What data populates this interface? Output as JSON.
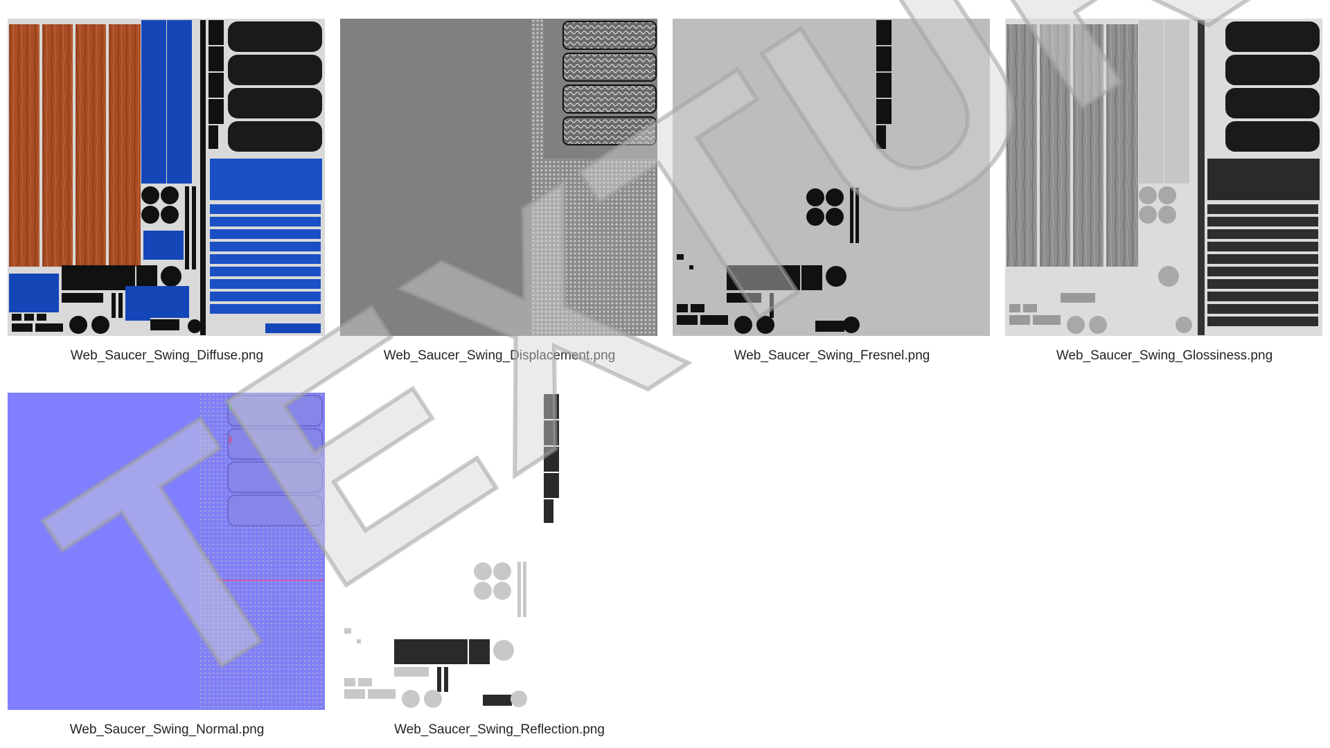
{
  "textures": [
    {
      "name": "Web_Saucer_Swing_Diffuse.png"
    },
    {
      "name": "Web_Saucer_Swing_Displacement.png"
    },
    {
      "name": "Web_Saucer_Swing_Fresnel.png"
    },
    {
      "name": "Web_Saucer_Swing_Glossiness.png"
    },
    {
      "name": "Web_Saucer_Swing_Normal.png"
    },
    {
      "name": "Web_Saucer_Swing_Reflection.png"
    }
  ],
  "watermark": {
    "text": "TEXTURES"
  },
  "colors": {
    "wood": "#a84d25",
    "blue": "#1446b8",
    "diffuse_bg": "#d9d9d9",
    "displacement_bg": "#808080",
    "fresnel_bg": "#bdbdbd",
    "glossiness_bg": "#dcdcdc",
    "normal_bg": "#8080ff",
    "dark": "#1a1a1a"
  }
}
